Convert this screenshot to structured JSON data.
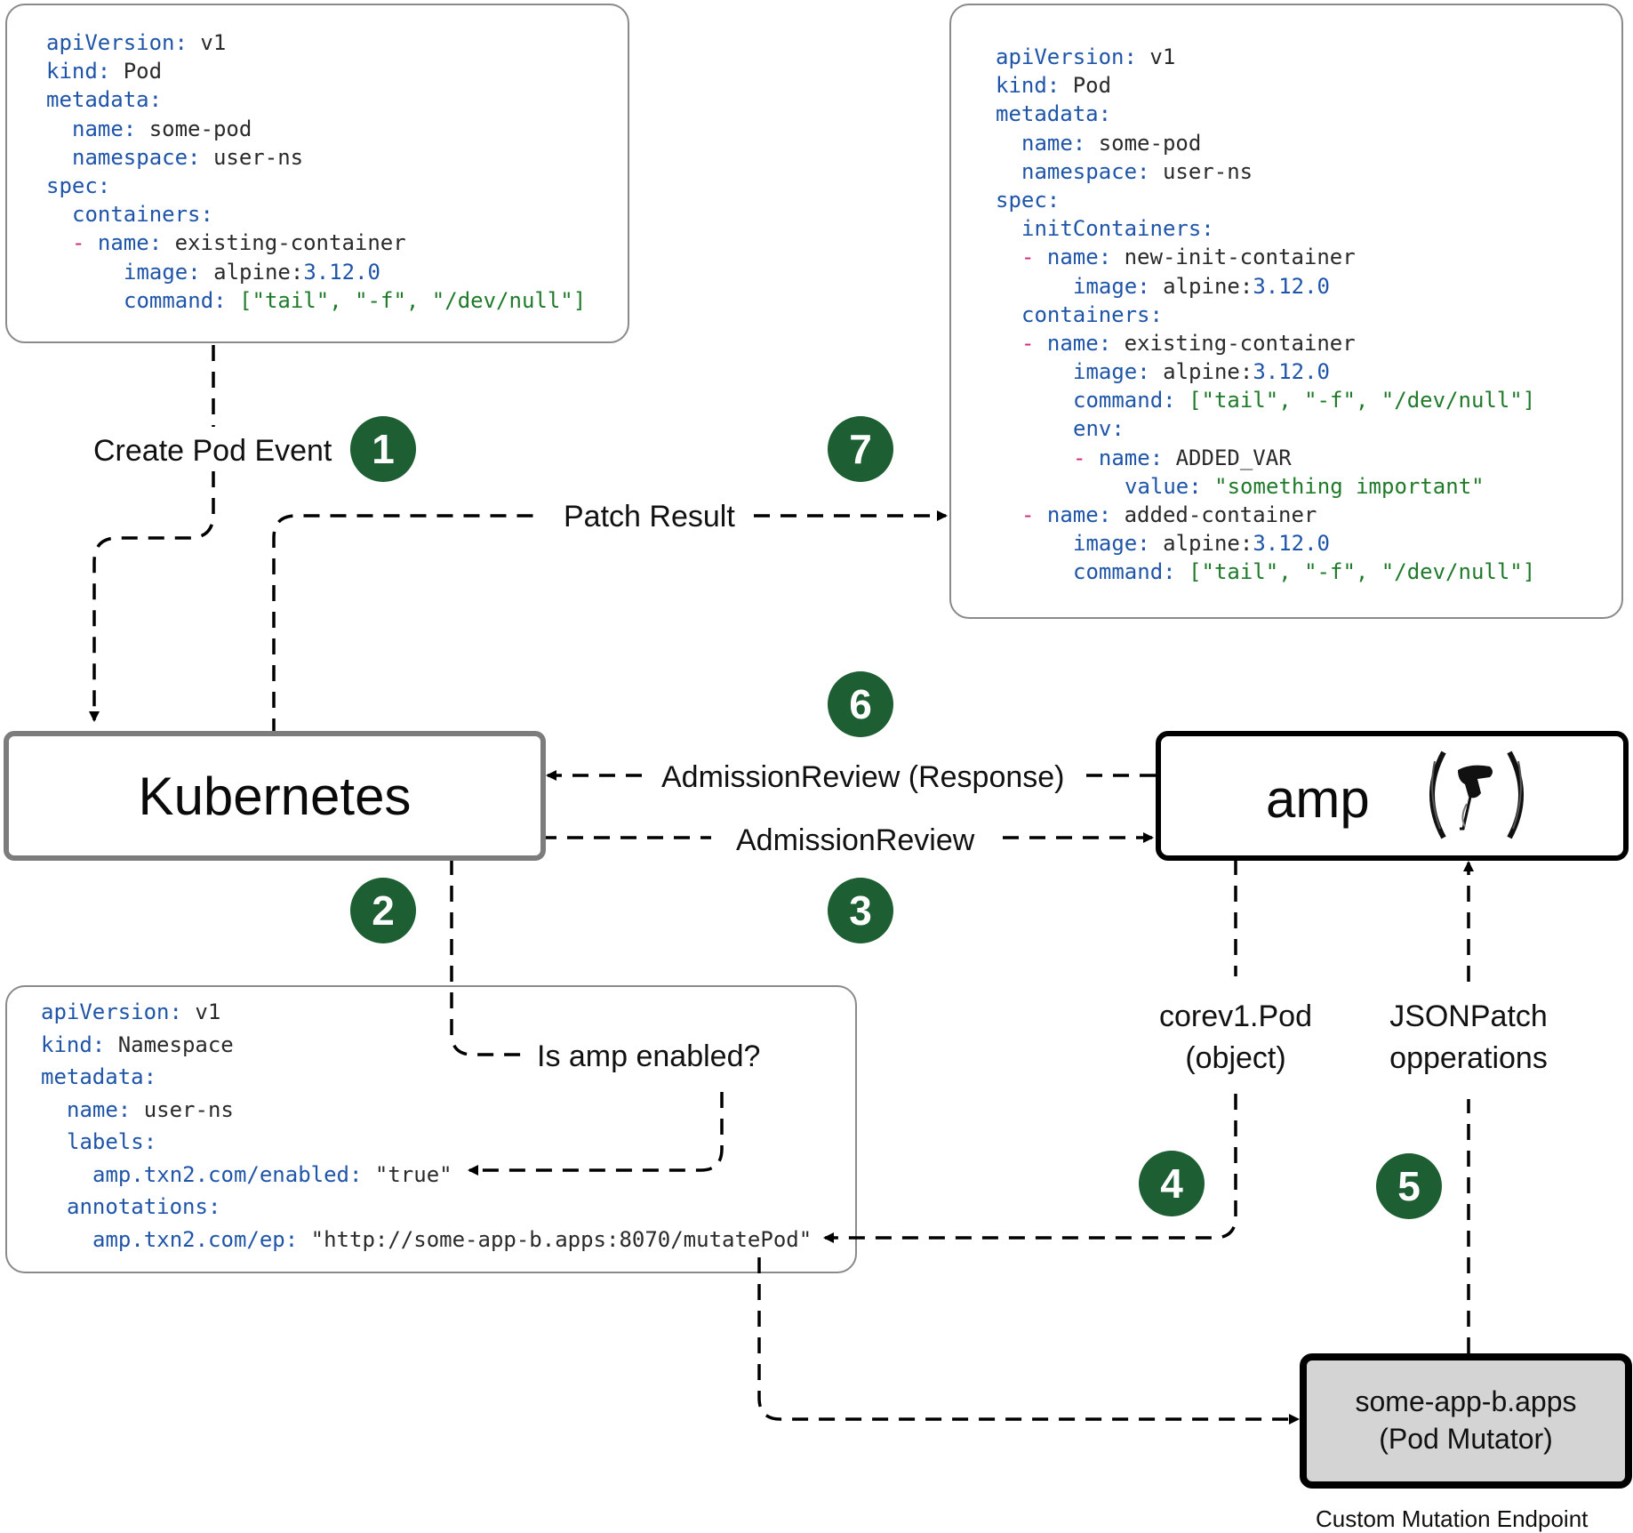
{
  "pod_original_yaml": [
    {
      "indent": 0,
      "key": "apiVersion",
      "value": "v1"
    },
    {
      "indent": 0,
      "key": "kind",
      "value": "Pod"
    },
    {
      "indent": 0,
      "key": "metadata",
      "value": ""
    },
    {
      "indent": 1,
      "key": "name",
      "value": "some-pod"
    },
    {
      "indent": 1,
      "key": "namespace",
      "value": "user-ns"
    },
    {
      "indent": 0,
      "key": "spec",
      "value": ""
    },
    {
      "indent": 1,
      "key": "containers",
      "value": ""
    },
    {
      "indent": 2,
      "key": "name",
      "value": "existing-container",
      "dash": true
    },
    {
      "indent": 3,
      "key": "image",
      "value": "alpine:",
      "num": "3.12.0"
    },
    {
      "indent": 3,
      "key": "command",
      "value": "[\"tail\", \"-f\", \"/dev/null\"]",
      "str": true
    }
  ],
  "pod_patched_yaml": [
    {
      "indent": 0,
      "key": "apiVersion",
      "value": "v1"
    },
    {
      "indent": 0,
      "key": "kind",
      "value": "Pod"
    },
    {
      "indent": 0,
      "key": "metadata",
      "value": ""
    },
    {
      "indent": 1,
      "key": "name",
      "value": "some-pod"
    },
    {
      "indent": 1,
      "key": "namespace",
      "value": "user-ns"
    },
    {
      "indent": 0,
      "key": "spec",
      "value": ""
    },
    {
      "indent": 1,
      "key": "initContainers",
      "value": ""
    },
    {
      "indent": 2,
      "key": "name",
      "value": "new-init-container",
      "dash": true
    },
    {
      "indent": 3,
      "key": "image",
      "value": "alpine:",
      "num": "3.12.0"
    },
    {
      "indent": 1,
      "key": "containers",
      "value": ""
    },
    {
      "indent": 2,
      "key": "name",
      "value": "existing-container",
      "dash": true
    },
    {
      "indent": 3,
      "key": "image",
      "value": "alpine:",
      "num": "3.12.0"
    },
    {
      "indent": 3,
      "key": "command",
      "value": "[\"tail\", \"-f\", \"/dev/null\"]",
      "str": true
    },
    {
      "indent": 3,
      "key": "env",
      "value": ""
    },
    {
      "indent": 4,
      "key": "name",
      "value": "ADDED_VAR",
      "dash": true
    },
    {
      "indent": 5,
      "key": "value",
      "value": "\"something important\"",
      "str": true
    },
    {
      "indent": 2,
      "key": "name",
      "value": "added-container",
      "dash": true
    },
    {
      "indent": 3,
      "key": "image",
      "value": "alpine:",
      "num": "3.12.0"
    },
    {
      "indent": 3,
      "key": "command",
      "value": "[\"tail\", \"-f\", \"/dev/null\"]",
      "str": true
    }
  ],
  "namespace_yaml": [
    {
      "indent": 0,
      "key": "apiVersion",
      "value": "v1"
    },
    {
      "indent": 0,
      "key": "kind",
      "value": "Namespace"
    },
    {
      "indent": 0,
      "key": "metadata",
      "value": ""
    },
    {
      "indent": 1,
      "key": "name",
      "value": "user-ns"
    },
    {
      "indent": 1,
      "key": "labels",
      "value": ""
    },
    {
      "indent": 2,
      "key": "amp.txn2.com/enabled",
      "value": "\"true\""
    },
    {
      "indent": 1,
      "key": "annotations",
      "value": ""
    },
    {
      "indent": 2,
      "key": "amp.txn2.com/ep",
      "value": "\"http://some-app-b.apps:8070/mutatePod\""
    }
  ],
  "nodes": {
    "kubernetes": "Kubernetes",
    "amp": "amp",
    "mutator_line1": "some-app-b.apps",
    "mutator_line2": "(Pod Mutator)",
    "mutator_caption": "Custom Mutation Endpoint"
  },
  "edges": {
    "create_pod_event": "Create Pod Event",
    "patch_result": "Patch Result",
    "admission_response": "AdmissionReview (Response)",
    "admission_review": "AdmissionReview",
    "is_amp_enabled": "Is amp enabled?",
    "pod_object_line1": "corev1.Pod",
    "pod_object_line2": "(object)",
    "jsonpatch_line1": "JSONPatch",
    "jsonpatch_line2": "opperations"
  },
  "steps": [
    "1",
    "2",
    "3",
    "4",
    "5",
    "6",
    "7"
  ],
  "colors": {
    "step_badge": "#1d5e32",
    "yaml_key": "#1f55a8",
    "yaml_string": "#1f7a2a",
    "yaml_list_dash": "#d0267d",
    "mutator_fill": "#d4d4d4"
  }
}
